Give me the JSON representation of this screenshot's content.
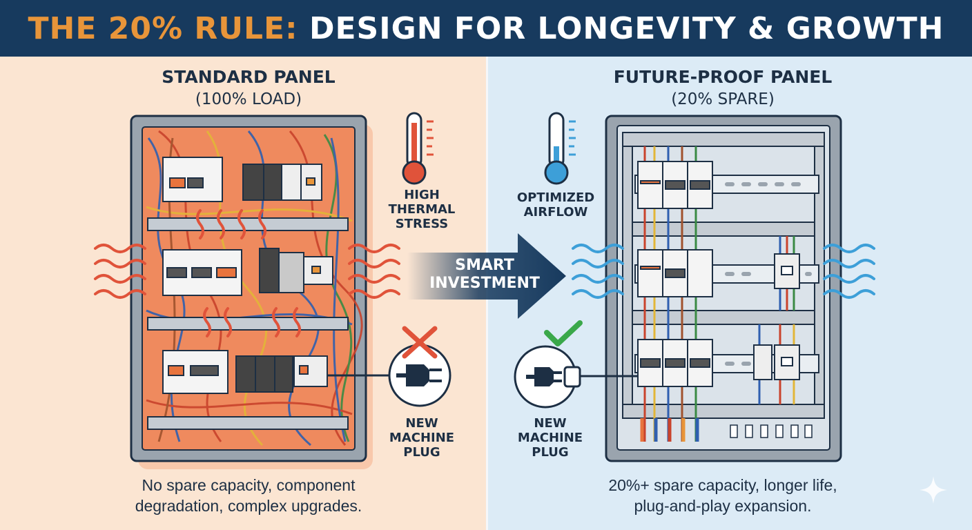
{
  "header": {
    "title_accent": "THE 20% RULE:",
    "title_rest": " DESIGN FOR LONGEVITY & GROWTH"
  },
  "left_panel": {
    "title": "STANDARD PANEL",
    "subtitle": "(100% LOAD)",
    "thermal_label": [
      "HIGH",
      "THERMAL",
      "STRESS"
    ],
    "plug_label": [
      "NEW",
      "MACHINE",
      "PLUG"
    ],
    "caption": [
      "No spare capacity, component",
      "degradation, complex upgrades."
    ]
  },
  "center_arrow": {
    "label": [
      "SMART",
      "INVESTMENT"
    ]
  },
  "right_panel": {
    "title": "FUTURE-PROOF PANEL",
    "subtitle": "(20% SPARE)",
    "airflow_label": [
      "OPTIMIZED",
      "AIRFLOW"
    ],
    "plug_label": [
      "NEW",
      "MACHINE",
      "PLUG"
    ],
    "caption": [
      "20%+ spare capacity, longer life,",
      "plug-and-play expansion."
    ]
  },
  "colors": {
    "header_bg": "#173a5e",
    "accent_orange": "#e8953a",
    "hot_red": "#e0533a",
    "cool_blue": "#3d9fd8",
    "ok_green": "#3aa84a",
    "navy": "#1d2f44"
  }
}
